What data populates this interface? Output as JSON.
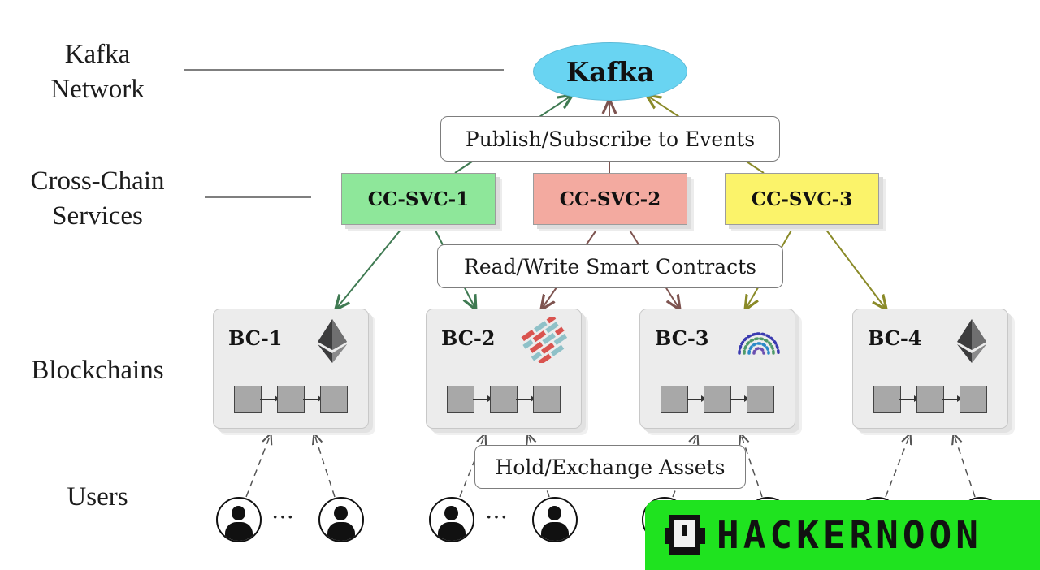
{
  "layers": {
    "kafka": [
      "Kafka",
      "Network"
    ],
    "services": [
      "Cross-Chain",
      "Services"
    ],
    "blockchains": [
      "Blockchains"
    ],
    "users": [
      "Users"
    ]
  },
  "kafka": {
    "label": "Kafka",
    "color": "#69d4f2"
  },
  "services": [
    {
      "label": "CC-SVC-1",
      "color": "#8ee79a"
    },
    {
      "label": "CC-SVC-2",
      "color": "#f3aaa0"
    },
    {
      "label": "CC-SVC-3",
      "color": "#fbf36a"
    }
  ],
  "edge_labels": {
    "publish": "Publish/Subscribe to Events",
    "readwrite": "Read/Write Smart Contracts",
    "hold": "Hold/Exchange Assets"
  },
  "blockchains": [
    {
      "label": "BC-1",
      "logo": "ethereum-logo-icon"
    },
    {
      "label": "BC-2",
      "logo": "hyperledger-fabric-logo-icon"
    },
    {
      "label": "BC-3",
      "logo": "quorum-arc-logo-icon"
    },
    {
      "label": "BC-4",
      "logo": "ethereum-logo-icon"
    }
  ],
  "user_ellipsis": "…",
  "edge_colors": {
    "svc1": "#3f7a52",
    "svc2": "#7e5450",
    "svc3": "#8a8a28"
  },
  "watermark": {
    "text": "HACKERNOON",
    "color": "#1fe31f",
    "icon": "hackernoon-helmet-icon"
  }
}
